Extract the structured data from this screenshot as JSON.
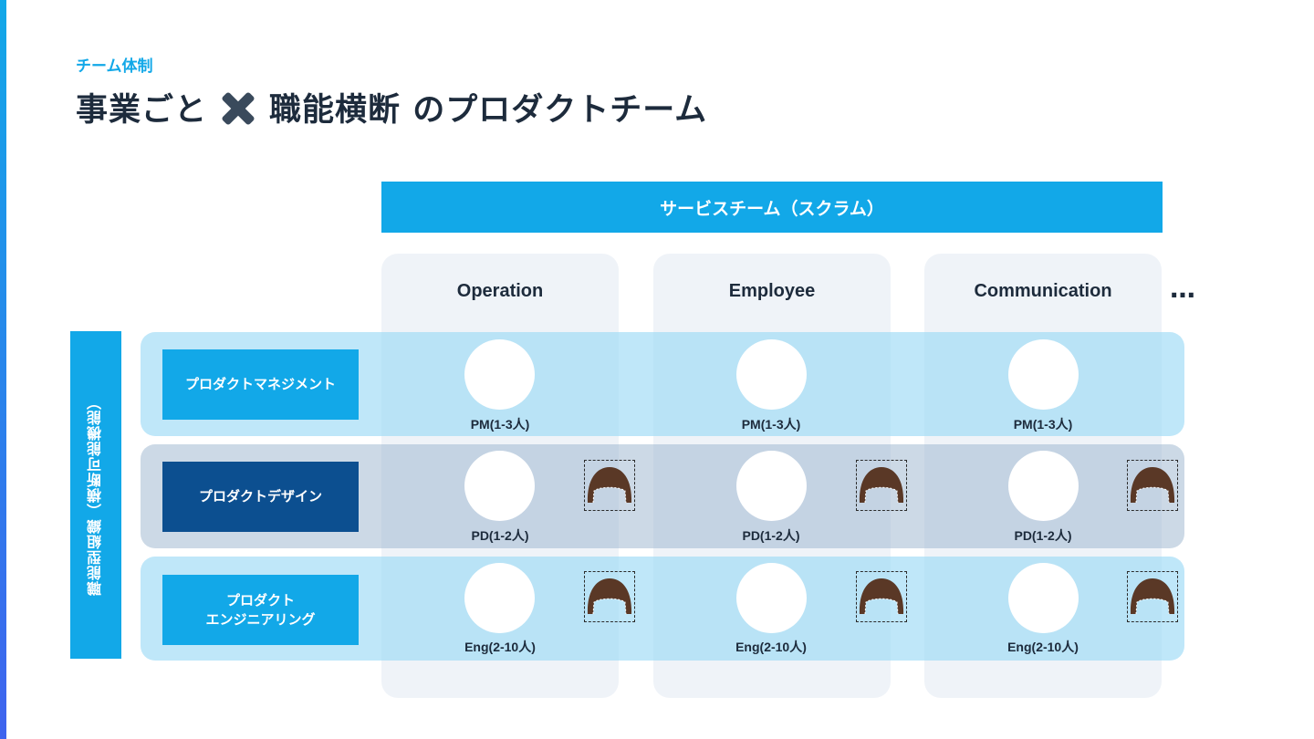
{
  "header": {
    "eyebrow": "チーム体制",
    "title_part1": "事業ごと",
    "cross_icon": "heavy-multiplication-x",
    "title_part2": "職能横断 のプロダクトチーム"
  },
  "service_team": {
    "label": "サービスチーム（スクラム）"
  },
  "columns": [
    {
      "title": "Operation"
    },
    {
      "title": "Employee"
    },
    {
      "title": "Communication"
    }
  ],
  "more_indicator": "…",
  "functional_org": {
    "label": "職能型組織（横断可能機能）"
  },
  "rows": [
    {
      "label": "プロダクトマネジメント",
      "role": "PM(1-3人)"
    },
    {
      "label": "プロダクトデザイン",
      "role": "PD(1-2人)"
    },
    {
      "label_line1": "プロダクト",
      "label_line2": "エンジニアリング",
      "role": "Eng(2-10人)"
    }
  ],
  "colors": {
    "accent": "#12a8e8",
    "dark_blue": "#0c4f90",
    "text": "#1d2b3c",
    "card_bg": "#eff3f8",
    "hair": "#5a3826"
  }
}
